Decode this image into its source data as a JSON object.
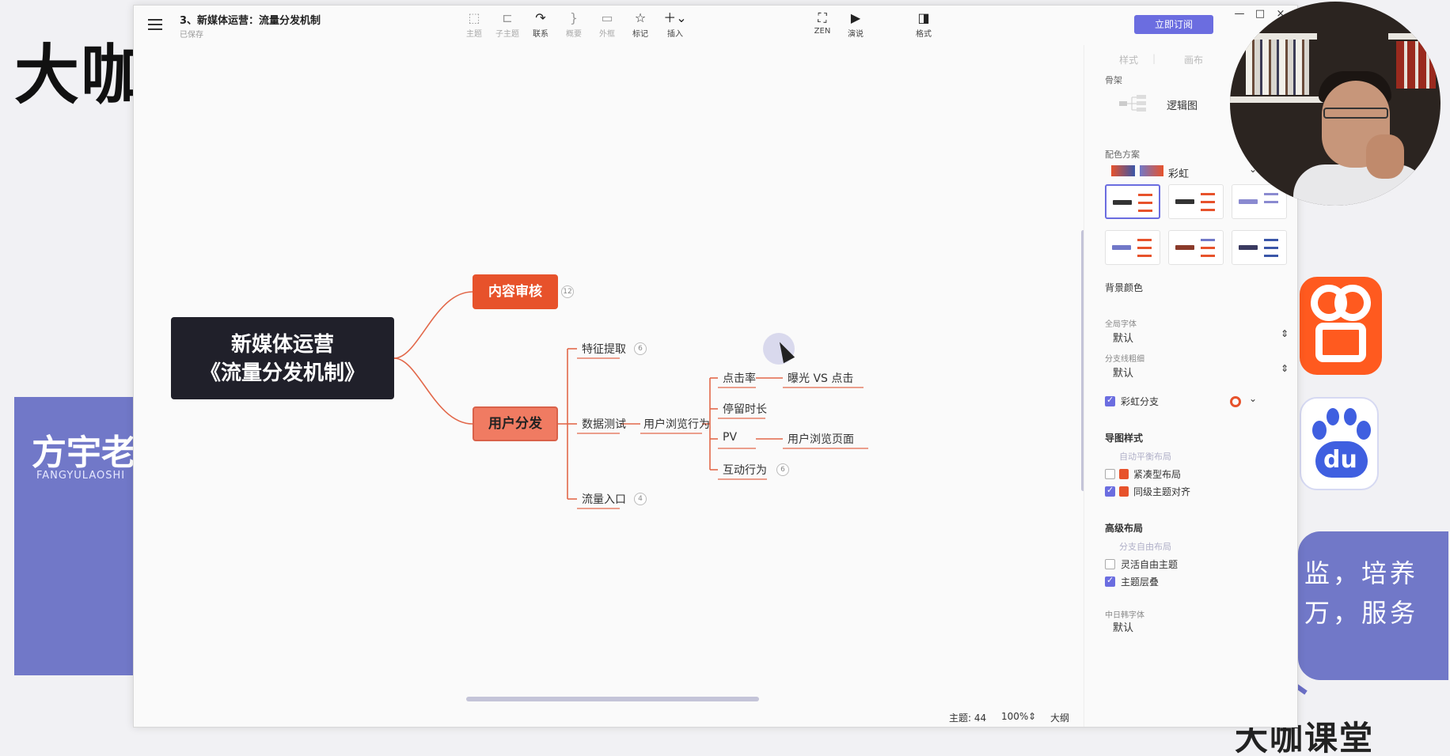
{
  "background": {
    "brand_text": "大咖",
    "teacher_name": "方宇老",
    "teacher_sub": "FANGYULAOSHI",
    "slogan_lines": [
      "监，培养",
      "万，服务"
    ],
    "baidu_label": "du",
    "logo_text": "大咖课堂"
  },
  "window": {
    "doc_title": "3、新媒体运营：流量分发机制",
    "doc_status": "已保存",
    "toolbar": {
      "topic": "主题",
      "subtopic": "子主题",
      "relationship": "联系",
      "summary": "概要",
      "boundary": "外框",
      "marker": "标记",
      "insert": "插入",
      "zen": "ZEN",
      "present": "演说",
      "format": "格式"
    },
    "subscribe_label": "立即订阅",
    "window_controls": [
      "—",
      "□",
      "×"
    ]
  },
  "mindmap": {
    "root_lines": [
      "新媒体运营",
      "《流量分发机制》"
    ],
    "branch_review": {
      "label": "内容审核",
      "count": "12"
    },
    "branch_user": {
      "label": "用户分发"
    },
    "level2": [
      {
        "label": "特征提取",
        "count": "6"
      },
      {
        "label": "数据测试"
      },
      {
        "label": "流量入口",
        "count": "4"
      }
    ],
    "level3": {
      "label": "用户浏览行为"
    },
    "level4": [
      {
        "label": "点击率"
      },
      {
        "label": "停留时长"
      },
      {
        "label": "PV"
      },
      {
        "label": "互动行为",
        "count": "6"
      }
    ],
    "level5": [
      {
        "label": "曝光 VS 点击"
      },
      {
        "label": "用户浏览页面"
      }
    ]
  },
  "status_bar": {
    "topics": "主题: 44",
    "zoom": "100%",
    "outline": "大纲"
  },
  "format_panel": {
    "tabs": [
      "样式",
      "画布",
      ""
    ],
    "skeleton_label": "骨架",
    "skeleton_value": "逻辑图",
    "color_scheme_label": "配色方案",
    "color_scheme_value": "彩虹",
    "background_color_label": "背景颜色",
    "global_font_label": "全局字体",
    "global_font_value": "默认",
    "branch_line_label": "分支线粗细",
    "branch_line_value": "默认",
    "rainbow_branch_label": "彩虹分支",
    "rainbow_branch_checked": true,
    "map_style_heading": "导图样式",
    "auto_balance_label": "自动平衡布局",
    "compact_layout_label": "紧凑型布局",
    "compact_layout_checked": false,
    "align_siblings_label": "同级主题对齐",
    "align_siblings_checked": true,
    "advanced_layout_heading": "高级布局",
    "branch_free_label": "分支自由布局",
    "flexible_free_label": "灵活自由主题",
    "flexible_free_checked": false,
    "topic_overlap_label": "主题层叠",
    "topic_overlap_checked": true,
    "cjk_font_label": "中日韩字体",
    "cjk_font_value": "默认"
  },
  "colors": {
    "accent": "#6b6de0",
    "review_node": "#e7522b",
    "user_node": "#f07b62",
    "root_node": "#20202a",
    "branch_line": "#e2684a",
    "slide_purple": "#7178c8"
  }
}
